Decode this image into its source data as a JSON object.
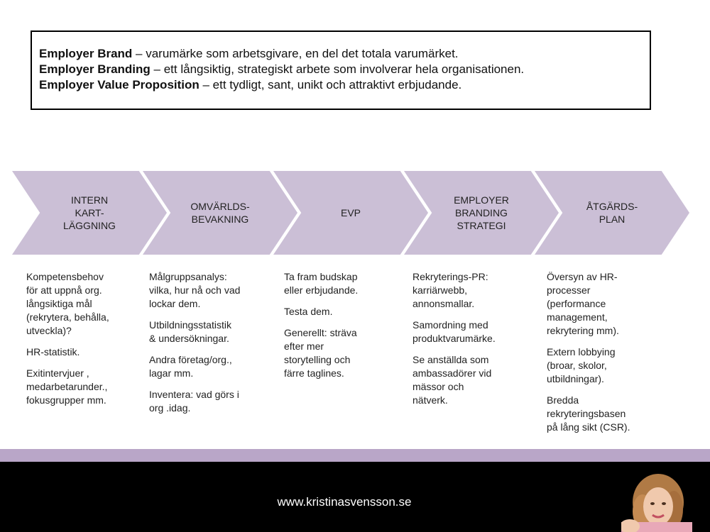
{
  "definitions": [
    {
      "term": "Employer Brand",
      "text": " – varumärke som arbetsgivare, en del det totala varumärket."
    },
    {
      "term": "Employer Branding",
      "text": " – ett långsiktig, strategiskt arbete som involverar hela organisationen."
    },
    {
      "term": "Employer Value Proposition",
      "text": " – ett tydligt, sant, unikt och attraktivt erbjudande."
    }
  ],
  "steps": [
    {
      "label": "INTERN\nKART-\nLÄGGNING",
      "items": [
        "Kompetensbehov\nför att uppnå org.\nlångsiktiga mål\n(rekrytera, behålla,\nutveckla)?",
        "HR-statistik.",
        "Exitintervjuer ,\nmedarbetarunder.,\nfokusgrupper mm."
      ]
    },
    {
      "label": "OMVÄRLDS-\nBEVAKNING",
      "items": [
        "Målgruppsanalys:\nvilka, hur nå och vad\nlockar dem.",
        "Utbildningsstatistik\n& undersökningar.",
        "Andra företag/org.,\nlagar mm.",
        "Inventera: vad görs i\norg .idag."
      ]
    },
    {
      "label": "EVP",
      "items": [
        "Ta fram budskap\neller erbjudande.",
        "Testa dem.",
        "Generellt: sträva\nefter mer\nstorytelling och\nfärre taglines."
      ]
    },
    {
      "label": "EMPLOYER\nBRANDING\nSTRATEGI",
      "items": [
        "Rekryterings-PR:\nkarriärwebb,\nannonsmallar.",
        "Samordning med\nproduktvarumärke.",
        "Se anställda som\nambassadörer vid\nmässor och\nnätverk."
      ]
    },
    {
      "label": "ÅTGÄRDS-\nPLAN",
      "items": [
        "Översyn av HR-\nprocesser\n(performance\nmanagement,\nrekrytering mm).",
        "Extern lobbying\n(broar, skolor,\nutbildningar).",
        "Bredda\nrekryteringsbasen\npå lång sikt (CSR)."
      ]
    }
  ],
  "footer": {
    "url": "www.kristinasvensson.se"
  },
  "colors": {
    "chevron": "#cbbfd6",
    "band": "#b9a6c8",
    "footer": "#000000"
  }
}
